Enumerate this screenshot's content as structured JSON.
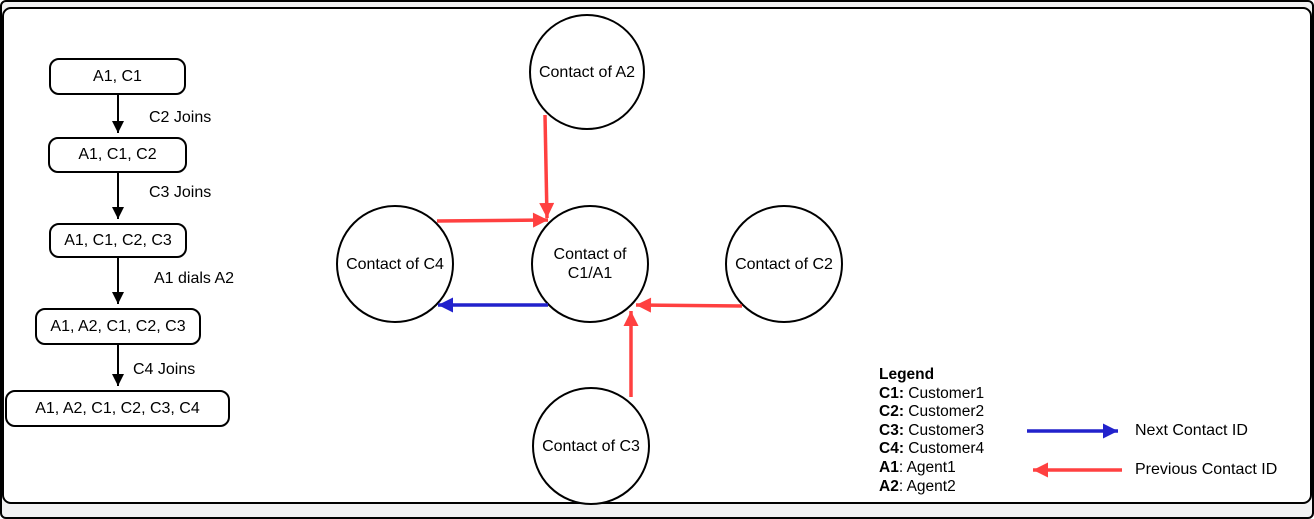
{
  "colors": {
    "previous_red": "#FF4040",
    "next_blue": "#2222CC",
    "chrome_gray": "#F1F1F2",
    "stroke": "#000000",
    "background": "#FFFFFF"
  },
  "flowchart": {
    "steps": [
      {
        "label": "A1, C1"
      },
      {
        "label": "A1, C1, C2"
      },
      {
        "label": "A1, C1, C2, C3"
      },
      {
        "label": "A1, A2, C1, C2, C3"
      },
      {
        "label": "A1, A2, C1, C2, C3, C4"
      }
    ],
    "transitions": [
      {
        "label": "C2 Joins"
      },
      {
        "label": "C3 Joins"
      },
      {
        "label": "A1 dials A2"
      },
      {
        "label": "C4 Joins"
      }
    ]
  },
  "graph": {
    "nodes": [
      {
        "id": "contact-of-a2",
        "lines": [
          "Contact of A2"
        ]
      },
      {
        "id": "contact-of-c4",
        "lines": [
          "Contact of C4"
        ]
      },
      {
        "id": "contact-of-c1a1",
        "lines": [
          "Contact of",
          "C1/A1"
        ]
      },
      {
        "id": "contact-of-c2",
        "lines": [
          "Contact of C2"
        ]
      },
      {
        "id": "contact-of-c3",
        "lines": [
          "Contact of C3"
        ]
      }
    ],
    "edges": [
      {
        "from": "Contact of A2",
        "to": "Contact of C1/A1",
        "type": "previous-contact-id",
        "color": "#FF4040"
      },
      {
        "from": "Contact of C4",
        "to": "Contact of C1/A1",
        "type": "previous-contact-id",
        "color": "#FF4040"
      },
      {
        "from": "Contact of C1/A1",
        "to": "Contact of C4",
        "type": "next-contact-id",
        "color": "#2222CC"
      },
      {
        "from": "Contact of C2",
        "to": "Contact of C1/A1",
        "type": "previous-contact-id",
        "color": "#FF4040"
      },
      {
        "from": "Contact of C3",
        "to": "Contact of C1/A1",
        "type": "previous-contact-id",
        "color": "#FF4040"
      }
    ]
  },
  "legend": {
    "title": "Legend",
    "items": [
      {
        "k": "C1:",
        "v": " Customer1"
      },
      {
        "k": "C2:",
        "v": " Customer2"
      },
      {
        "k": "C3:",
        "v": " Customer3"
      },
      {
        "k": "C4:",
        "v": " Customer4"
      },
      {
        "k": "A1",
        "v": ": Agent1"
      },
      {
        "k": "A2",
        "v": ": Agent2"
      }
    ],
    "arrows": [
      {
        "color": "#2222CC",
        "label": "Next Contact ID"
      },
      {
        "color": "#FF4040",
        "label": "Previous Contact ID"
      }
    ]
  }
}
